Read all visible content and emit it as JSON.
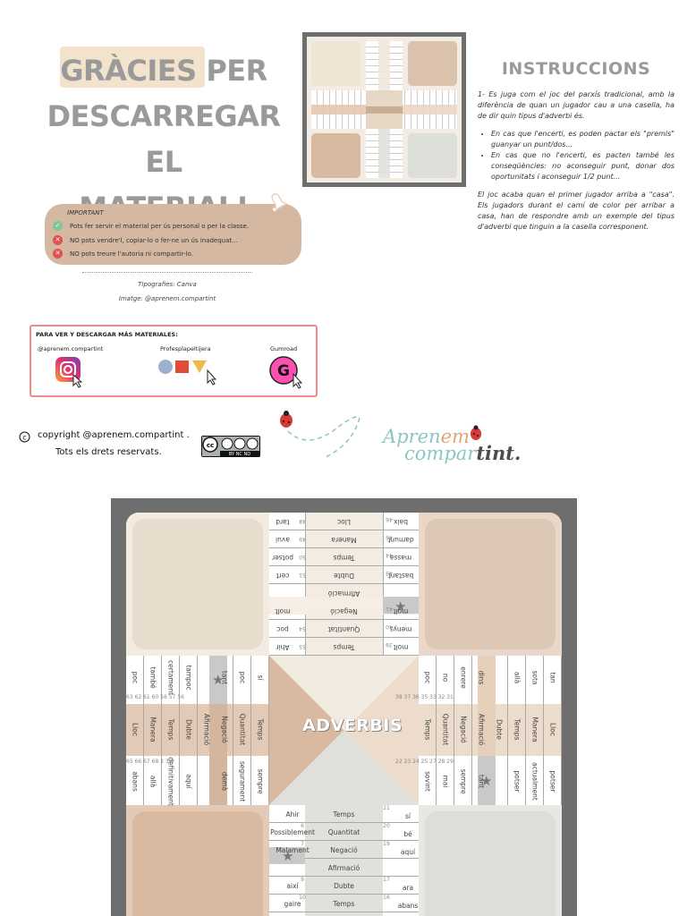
{
  "header": {
    "title_line1_highlight": "GRÀCIES",
    "title_line1_rest": " PER",
    "title_line2": "DESCARREGAR EL",
    "title_line3": "MATERIAL!"
  },
  "important": {
    "heading": "IMPORTANT",
    "items": [
      {
        "icon": "check-icon",
        "text": "Pots fer servir el material per ús personal o per la classe."
      },
      {
        "icon": "cross-icon",
        "text": "NO pots vendre'l, copiar-lo o fer-ne un ús inadequat..."
      },
      {
        "icon": "cross-icon",
        "text": "NO pots treure l'autoria ni compartir-lo."
      }
    ]
  },
  "credits": {
    "fonts": "Tipografies: Canva",
    "image": "Imatge: @aprenem.compartint"
  },
  "instructions": {
    "title": "INSTRUCCIONS",
    "intro": "1- Es juga com el joc del parxís tradicional, amb la diferència de quan un jugador cau a una casella, ha de dir quin tipus d'adverbi és.",
    "bullets": [
      "En cas que l'encerti, es poden pactar els \"premis\" guanyar un punt/dos...",
      "En cas que no l'encerti, es pacten també les conseqüències: no aconseguir punt, donar dos oportunitats i aconseguir 1/2 punt..."
    ],
    "ending": "El joc acaba quan el primer jugador arriba a \"casa\". Els jugadors durant el camí de color per arribar a casa, han de respondre amb un exemple del tipus d'adverbi que tinguin a la casella corresponent."
  },
  "materials": {
    "heading": "PARA VER Y DESCARGAR  MÁS MATERIALES:",
    "links": [
      {
        "label": "@aprenem.compartint",
        "icon": "instagram-icon"
      },
      {
        "label": "Profesplapeltijera",
        "icon": "shapes-icon"
      },
      {
        "label": "Gumroad",
        "icon": "gumroad-icon"
      }
    ]
  },
  "copyright": {
    "line1": "copyright @aprenem.compartint .",
    "line2": "Tots els drets reservats.",
    "license": "BY NC ND"
  },
  "logo": {
    "part1": "Apren",
    "part2": "em",
    "part3": "compar",
    "part4": "tint."
  },
  "board": {
    "center_label": "ADVERBIS",
    "top_arm": [
      {
        "num_l": "48",
        "num_r": "46",
        "l": "tard",
        "m": "Lloc",
        "r": "baix"
      },
      {
        "num_l": "49",
        "num_r": "45",
        "l": "avui",
        "m": "Manera",
        "r": "damunt"
      },
      {
        "num_l": "50",
        "num_r": "44",
        "l": "potser",
        "m": "Temps",
        "r": "massa"
      },
      {
        "num_l": "51",
        "num_r": "43",
        "l": "cert",
        "m": "Dubte",
        "r": "bastant"
      },
      {
        "num_l": "",
        "num_r": "",
        "l": "",
        "m": "Afirmació",
        "r": ""
      },
      {
        "num_l": "",
        "num_r": "41",
        "l": "molt",
        "m": "Negació",
        "r": "molt"
      },
      {
        "num_l": "54",
        "num_r": "40",
        "l": "poc",
        "m": "Quantitat",
        "r": "menys"
      },
      {
        "num_l": "55",
        "num_r": "39",
        "l": "Ahir",
        "m": "Temps",
        "r": "molt"
      }
    ],
    "bottom_arm": [
      {
        "num_l": "",
        "num_r": "21",
        "l": "Ahir",
        "m": "Temps",
        "r": "sí"
      },
      {
        "num_l": "6",
        "num_r": "20",
        "l": "Possiblement",
        "m": "Quantitat",
        "r": "bé"
      },
      {
        "num_l": "7",
        "num_r": "19",
        "l": "Malament",
        "m": "Negació",
        "r": "aquí"
      },
      {
        "num_l": "",
        "num_r": "",
        "l": "",
        "m": "Afirmació",
        "r": ""
      },
      {
        "num_l": "9",
        "num_r": "17",
        "l": "així",
        "m": "Dubte",
        "r": "ara"
      },
      {
        "num_l": "10",
        "num_r": "16",
        "l": "gaire",
        "m": "Temps",
        "r": "abans"
      }
    ],
    "left_arm_top": [
      "poc",
      "també",
      "certament",
      "tampoc",
      "",
      "tant",
      "poc",
      "sí"
    ],
    "left_arm_nums_top": "63 62 61 60 58 57 56",
    "left_arm_mid": [
      "Lloc",
      "Manera",
      "Temps",
      "Dubte",
      "Afirmació",
      "Negació",
      "Quantitat",
      "Temps"
    ],
    "left_arm_nums_bottom": "65 66 67 68 2 3 4",
    "left_arm_bottom": [
      "abans",
      "allà",
      "definitivament",
      "aquí",
      "",
      "demà",
      "segurament",
      "sempre"
    ],
    "right_arm_top": [
      "poc",
      "no",
      "enrere",
      "dins",
      "",
      "allà",
      "sota",
      "tan"
    ],
    "right_arm_nums_top": "38 37 36 35 33 32 31",
    "right_arm_mid": [
      "Temps",
      "Quantitat",
      "Negació",
      "Afirmació",
      "Dubte",
      "Temps",
      "Manera",
      "Lloc"
    ],
    "right_arm_nums_bottom": "22 23 24 25 27 28 29",
    "right_arm_bottom": [
      "sovint",
      "mai",
      "sempre",
      "tant",
      "",
      "potser",
      "actualment",
      "potser"
    ]
  }
}
